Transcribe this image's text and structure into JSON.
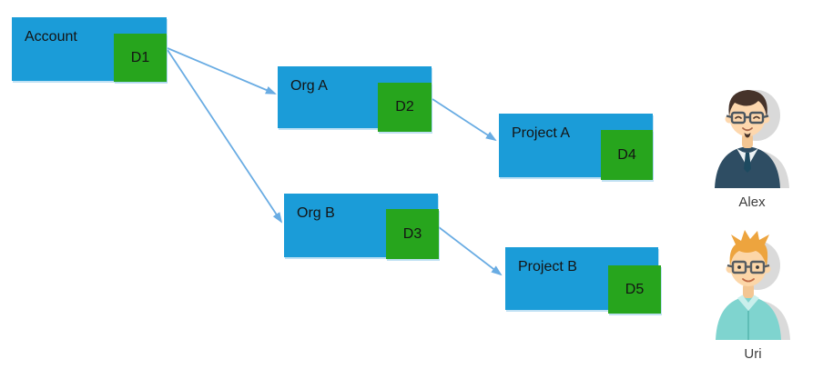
{
  "diagram": {
    "nodes": [
      {
        "id": "account",
        "label": "Account",
        "badge": "D1"
      },
      {
        "id": "org-a",
        "label": "Org A",
        "badge": "D2"
      },
      {
        "id": "org-b",
        "label": "Org B",
        "badge": "D3"
      },
      {
        "id": "project-a",
        "label": "Project A",
        "badge": "D4"
      },
      {
        "id": "project-b",
        "label": "Project B",
        "badge": "D5"
      }
    ],
    "edges": [
      {
        "from": "D1",
        "to": "Org A"
      },
      {
        "from": "D1",
        "to": "Org B"
      },
      {
        "from": "D2",
        "to": "Project A"
      },
      {
        "from": "D3",
        "to": "Project B"
      }
    ],
    "colors": {
      "node_fill": "#1b9cd8",
      "badge_fill": "#27a51d",
      "arrow": "#69ace3",
      "label_text": "#141414"
    }
  },
  "users": [
    {
      "name": "Alex",
      "avatar": "man-dark-hair-glasses-navy-sweater"
    },
    {
      "name": "Uri",
      "avatar": "man-blond-spiky-hair-glasses-teal-shirt"
    }
  ]
}
